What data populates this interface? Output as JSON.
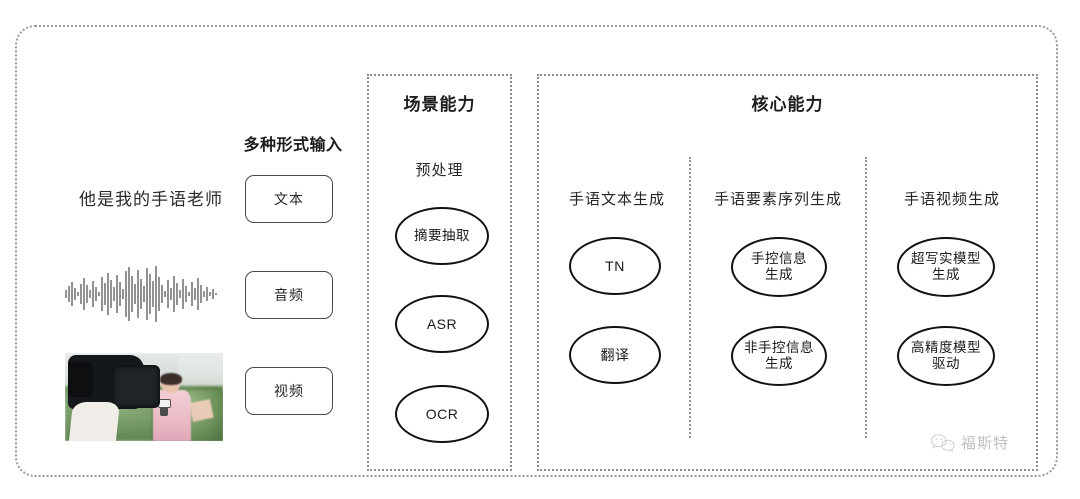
{
  "diagram": {
    "input_section": {
      "header": "多种形式输入",
      "sample_text": "他是我的手语老师",
      "chips": [
        {
          "label": "文本",
          "icon": "text-icon"
        },
        {
          "label": "音频",
          "icon": "waveform-icon"
        },
        {
          "label": "视频",
          "icon": "video-thumbnail-icon"
        }
      ]
    },
    "scene_panel": {
      "title": "场景能力",
      "subtitle": "预处理",
      "nodes": [
        "摘要抽取",
        "ASR",
        "OCR"
      ]
    },
    "core_panel": {
      "title": "核心能力",
      "columns": [
        {
          "header": "手语文本生成",
          "nodes": [
            "TN",
            "翻译"
          ]
        },
        {
          "header": "手语要素序列生成",
          "nodes": [
            "手控信息\n生成",
            "非手控信息\n生成"
          ]
        },
        {
          "header": "手语视频生成",
          "nodes": [
            "超写实模型\n生成",
            "高精度模型\n驱动"
          ]
        }
      ]
    },
    "watermark": {
      "text": "福斯特",
      "icon": "wechat-icon"
    },
    "colors": {
      "frame_border": "#9a9a9a",
      "panel_border": "#8d8d8d",
      "node_border": "#111111",
      "text": "#2b2b2b",
      "watermark_text": "#6b6b6b"
    }
  }
}
